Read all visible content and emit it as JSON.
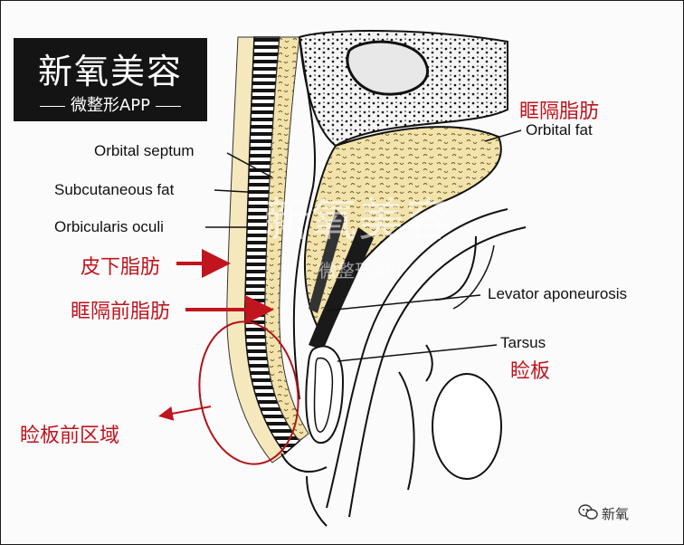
{
  "logo": {
    "main": "新氧美容",
    "sub": "微整形APP"
  },
  "labels_en": {
    "orbital_septum": "Orbital septum",
    "subcutaneous_fat": "Subcutaneous fat",
    "orbicularis_oculi": "Orbicularis oculi",
    "orbital_fat": "Orbital fat",
    "levator_aponeurosis": "Levator aponeurosis",
    "tarsus": "Tarsus"
  },
  "labels_cn": {
    "orbital_fat": "眶隔脂肪",
    "subcutaneous_fat": "皮下脂肪",
    "preseptal_fat": "眶隔前脂肪",
    "tarsus": "睑板",
    "pretarsal_region": "睑板前区域"
  },
  "watermark": {
    "main": "新氧美容",
    "sub": "微整形APP"
  },
  "credit": {
    "text": "新氧",
    "icon": "wechat-icon"
  },
  "colors": {
    "annotation_red": "#c0141e",
    "fat_yellow": "#f3e3ab",
    "outline": "#111111"
  }
}
